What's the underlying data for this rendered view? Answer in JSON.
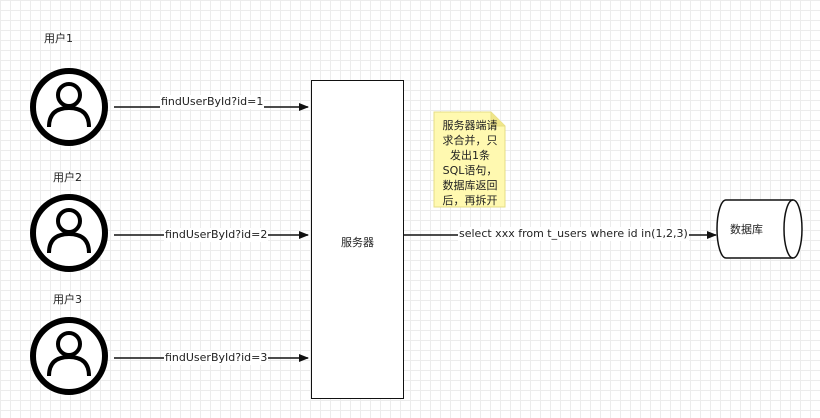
{
  "users": [
    {
      "label": "用户1",
      "request": "findUserById?id=1"
    },
    {
      "label": "用户2",
      "request": "findUserById?id=2"
    },
    {
      "label": "用户3",
      "request": "findUserById?id=3"
    }
  ],
  "server": {
    "label": "服务器"
  },
  "note": {
    "lines": [
      "服务器端请",
      "求合并，只",
      "发出1条",
      "SQL语句，",
      "数据库返回",
      "后，再拆开"
    ],
    "color": "#fff9b0"
  },
  "query": {
    "label": "select xxx from t_users where id in(1,2,3)"
  },
  "database": {
    "label": "数据库"
  }
}
